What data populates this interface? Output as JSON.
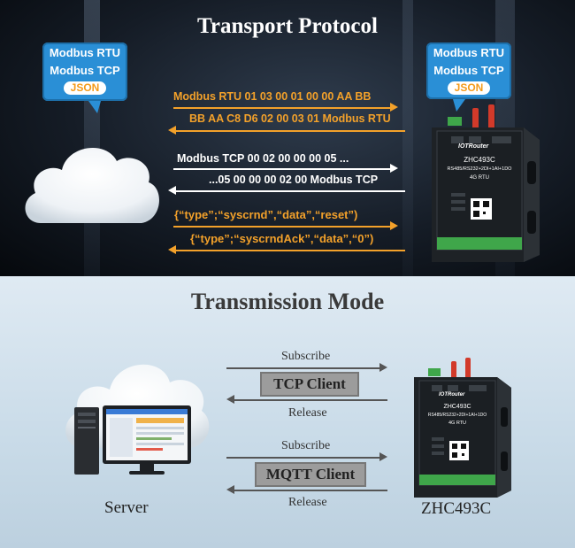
{
  "top": {
    "title": "Transport Protocol",
    "left_bubble": {
      "line1": "Modbus RTU",
      "line2": "Modbus TCP",
      "badge": "JSON"
    },
    "right_bubble": {
      "line1": "Modbus RTU",
      "line2": "Modbus TCP",
      "badge": "JSON"
    },
    "messages": [
      {
        "text": "Modbus RTU 01 03 00 01 00 00 AA BB",
        "color": "#f3a12a"
      },
      {
        "text": "BB AA C8  D6 02 00 03 01 Modbus RTU",
        "color": "#f3a12a"
      },
      {
        "text": "Modbus TCP 00 02 00 00 00 05 ...",
        "color": "#ffffff"
      },
      {
        "text": "...05 00 00 00 02 00 Modbus TCP",
        "color": "#ffffff"
      },
      {
        "text": "{“type”;“syscrnd”,“data”,“reset”)",
        "color": "#f3a12a"
      },
      {
        "text": "{“type”;“syscrndAck”,“data”,“0”)",
        "color": "#f3a12a"
      }
    ]
  },
  "device": {
    "brand": "IOTRouter",
    "model": "ZHC493C",
    "ports": "RS485/RS232+2DI+1AI+1DO",
    "net": "4G  RTU"
  },
  "bottom": {
    "title": "Transmission Mode",
    "subscribe_1": "Subscribe",
    "mode_1": "TCP Client",
    "release_1": "Release",
    "subscribe_2": "Subscribe",
    "mode_2": "MQTT Client",
    "release_2": "Release",
    "server_label": "Server",
    "device_label": "ZHC493C"
  },
  "colors": {
    "accent_orange": "#f3a12a",
    "bubble_blue": "#2a8fd6",
    "device_green": "#3fa64a"
  },
  "icons": [
    "cloud-icon",
    "server-computer-icon",
    "router-device-icon",
    "arrow-icon"
  ]
}
